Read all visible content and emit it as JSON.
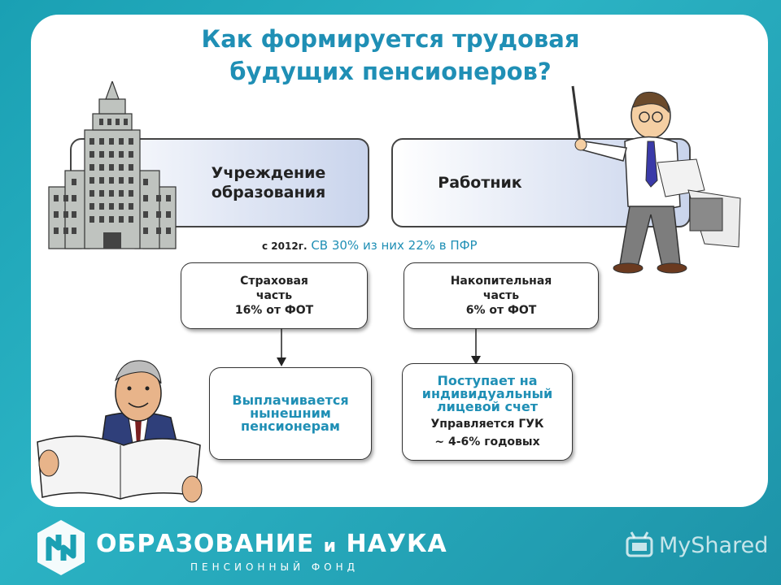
{
  "slide": {
    "title_line1": "Как формируется трудовая",
    "title_line2": "будущих пенсионеров?"
  },
  "boxes": {
    "institution": {
      "line1": "Учреждение",
      "line2": "образования"
    },
    "worker": {
      "label": "Работник"
    },
    "insurance": {
      "line1": "Страховая",
      "line2": "часть",
      "line3": "16% от ФОТ"
    },
    "funded": {
      "line1": "Накопительная",
      "line2": "часть",
      "line3": "6% от ФОТ"
    },
    "payout": {
      "line1": "Выплачивается",
      "line2": "нынешним",
      "line3": "пенсионерам"
    },
    "account": {
      "line1": "Поступает на",
      "line2": "индивидуальный",
      "line3": "лицевой счет",
      "line4": "Управляется ГУК",
      "line5": "~ 4-6% годовых"
    }
  },
  "note": {
    "prefix": "с 2012г.",
    "text": "СВ 30% из них 22% в ПФР"
  },
  "footer": {
    "brand": "ОБРАЗОВАНИЕ",
    "brand_and": "и",
    "brand_end": "НАУКА",
    "subtitle": "ПЕНСИОННЫЙ ФОНД",
    "watermark": "MyShared"
  },
  "colors": {
    "background": "#1aa0b3",
    "accent": "#1f8fb5",
    "box_gradient": "#c9d4ec"
  },
  "icons": [
    "building-illustration",
    "presenter-illustration",
    "newspaper-reader-illustration",
    "logo-icon",
    "watermark-icon"
  ]
}
